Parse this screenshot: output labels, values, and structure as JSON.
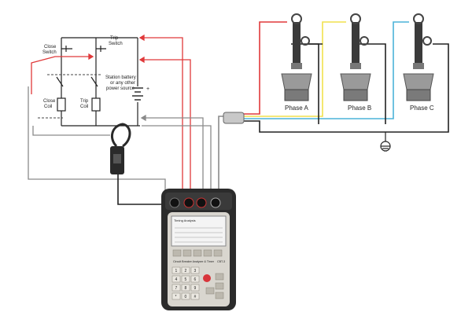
{
  "labels": {
    "close_switch": [
      "Close",
      "Switch"
    ],
    "trip_switch": [
      "Trip",
      "Switch"
    ],
    "close_coil": [
      "Close",
      "Coil"
    ],
    "trip_coil": [
      "Trip",
      "Coil"
    ],
    "battery": [
      "Station battery",
      "or any other",
      "power source"
    ],
    "plus": "+",
    "minus": "-",
    "phases": [
      "Phase A",
      "Phase B",
      "Phase C"
    ]
  },
  "instrument": {
    "screen_title": "Timing Analysis",
    "footer_text": "Circuit Breaker Analyzer & Timer",
    "footer_value": "CBT-3",
    "keys": [
      "1",
      "2",
      "3",
      "4",
      "5",
      "6",
      "7",
      "8",
      "9",
      "*",
      "0",
      "#"
    ]
  },
  "colors": {
    "red": "#e0393a",
    "yellow": "#f1e14d",
    "blue": "#4bb3d9",
    "black": "#222222",
    "gray": "#8a8a8a"
  }
}
